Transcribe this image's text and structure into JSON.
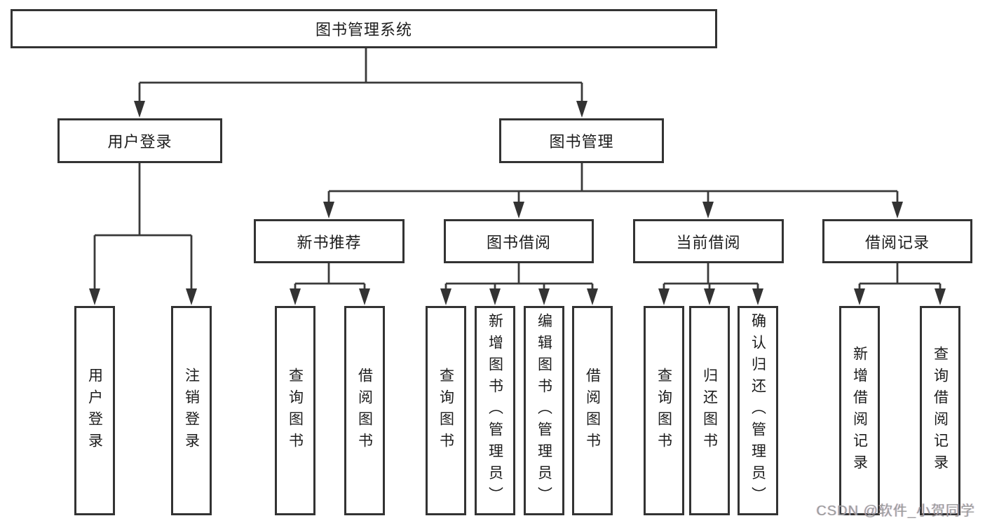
{
  "diagram": {
    "type": "hierarchy-tree",
    "orientation": "top-down",
    "colors": {
      "background": "#ffffff",
      "box_fill": "#ffffff",
      "box_border": "#333333",
      "line": "#3a3a3a",
      "text": "#1c1c1c",
      "watermark": "#9c9c9c"
    }
  },
  "watermark": "CSDN @软件_小贺同学",
  "tree": {
    "label": "图书管理系统",
    "children": [
      {
        "label": "用户登录",
        "children": [
          {
            "label": "用户登录"
          },
          {
            "label": "注销登录"
          }
        ]
      },
      {
        "label": "图书管理",
        "children": [
          {
            "label": "新书推荐",
            "children": [
              {
                "label": "查询图书"
              },
              {
                "label": "借阅图书"
              }
            ]
          },
          {
            "label": "图书借阅",
            "children": [
              {
                "label": "查询图书"
              },
              {
                "label": "新增图书（管理员）"
              },
              {
                "label": "编辑图书（管理员）"
              },
              {
                "label": "借阅图书"
              }
            ]
          },
          {
            "label": "当前借阅",
            "children": [
              {
                "label": "查询图书"
              },
              {
                "label": "归还图书"
              },
              {
                "label": "确认归还（管理员）"
              }
            ]
          },
          {
            "label": "借阅记录",
            "children": [
              {
                "label": "新增借阅记录"
              },
              {
                "label": "查询借阅记录"
              }
            ]
          }
        ]
      }
    ]
  }
}
